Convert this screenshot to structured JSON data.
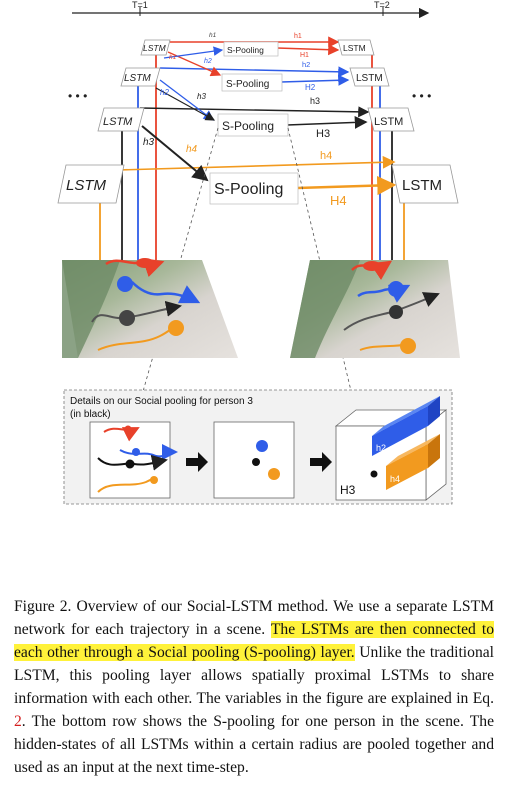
{
  "figure": {
    "time_labels": {
      "t1": "T=1",
      "t2": "T=2"
    },
    "ellipsis": "• • •",
    "lstm_label": "LSTM",
    "spooling_label": "S-Pooling",
    "h_labels": [
      "h1",
      "h2",
      "h3",
      "h4"
    ],
    "H_labels": [
      "H1",
      "H2",
      "H3",
      "H4"
    ],
    "details_title_line1": "Details on our Social pooling for person 3",
    "details_title_line2": "(in black)",
    "box_h2": "h2",
    "box_h4": "h4",
    "box_H3": "H3",
    "colors": {
      "red": "#e8412a",
      "blue": "#2f5de8",
      "black": "#222222",
      "orange": "#f29a1f"
    }
  },
  "caption": {
    "part1": "Figure 2. Overview of our Social-LSTM method. We use a separate LSTM network for each trajectory in a scene. ",
    "highlight": "The LSTMs are then connected to each other through a Social pooling (S-pooling) layer.",
    "part2": " Unlike the traditional LSTM, this pooling layer allows spatially proximal LSTMs to share information with each other. The variables in the figure are explained in Eq. ",
    "eq_ref": "2",
    "part3": ". The bottom row shows the S-pooling for one person in the scene. The hidden-states of all LSTMs within a certain radius are pooled together and used as an input at the next time-step."
  }
}
